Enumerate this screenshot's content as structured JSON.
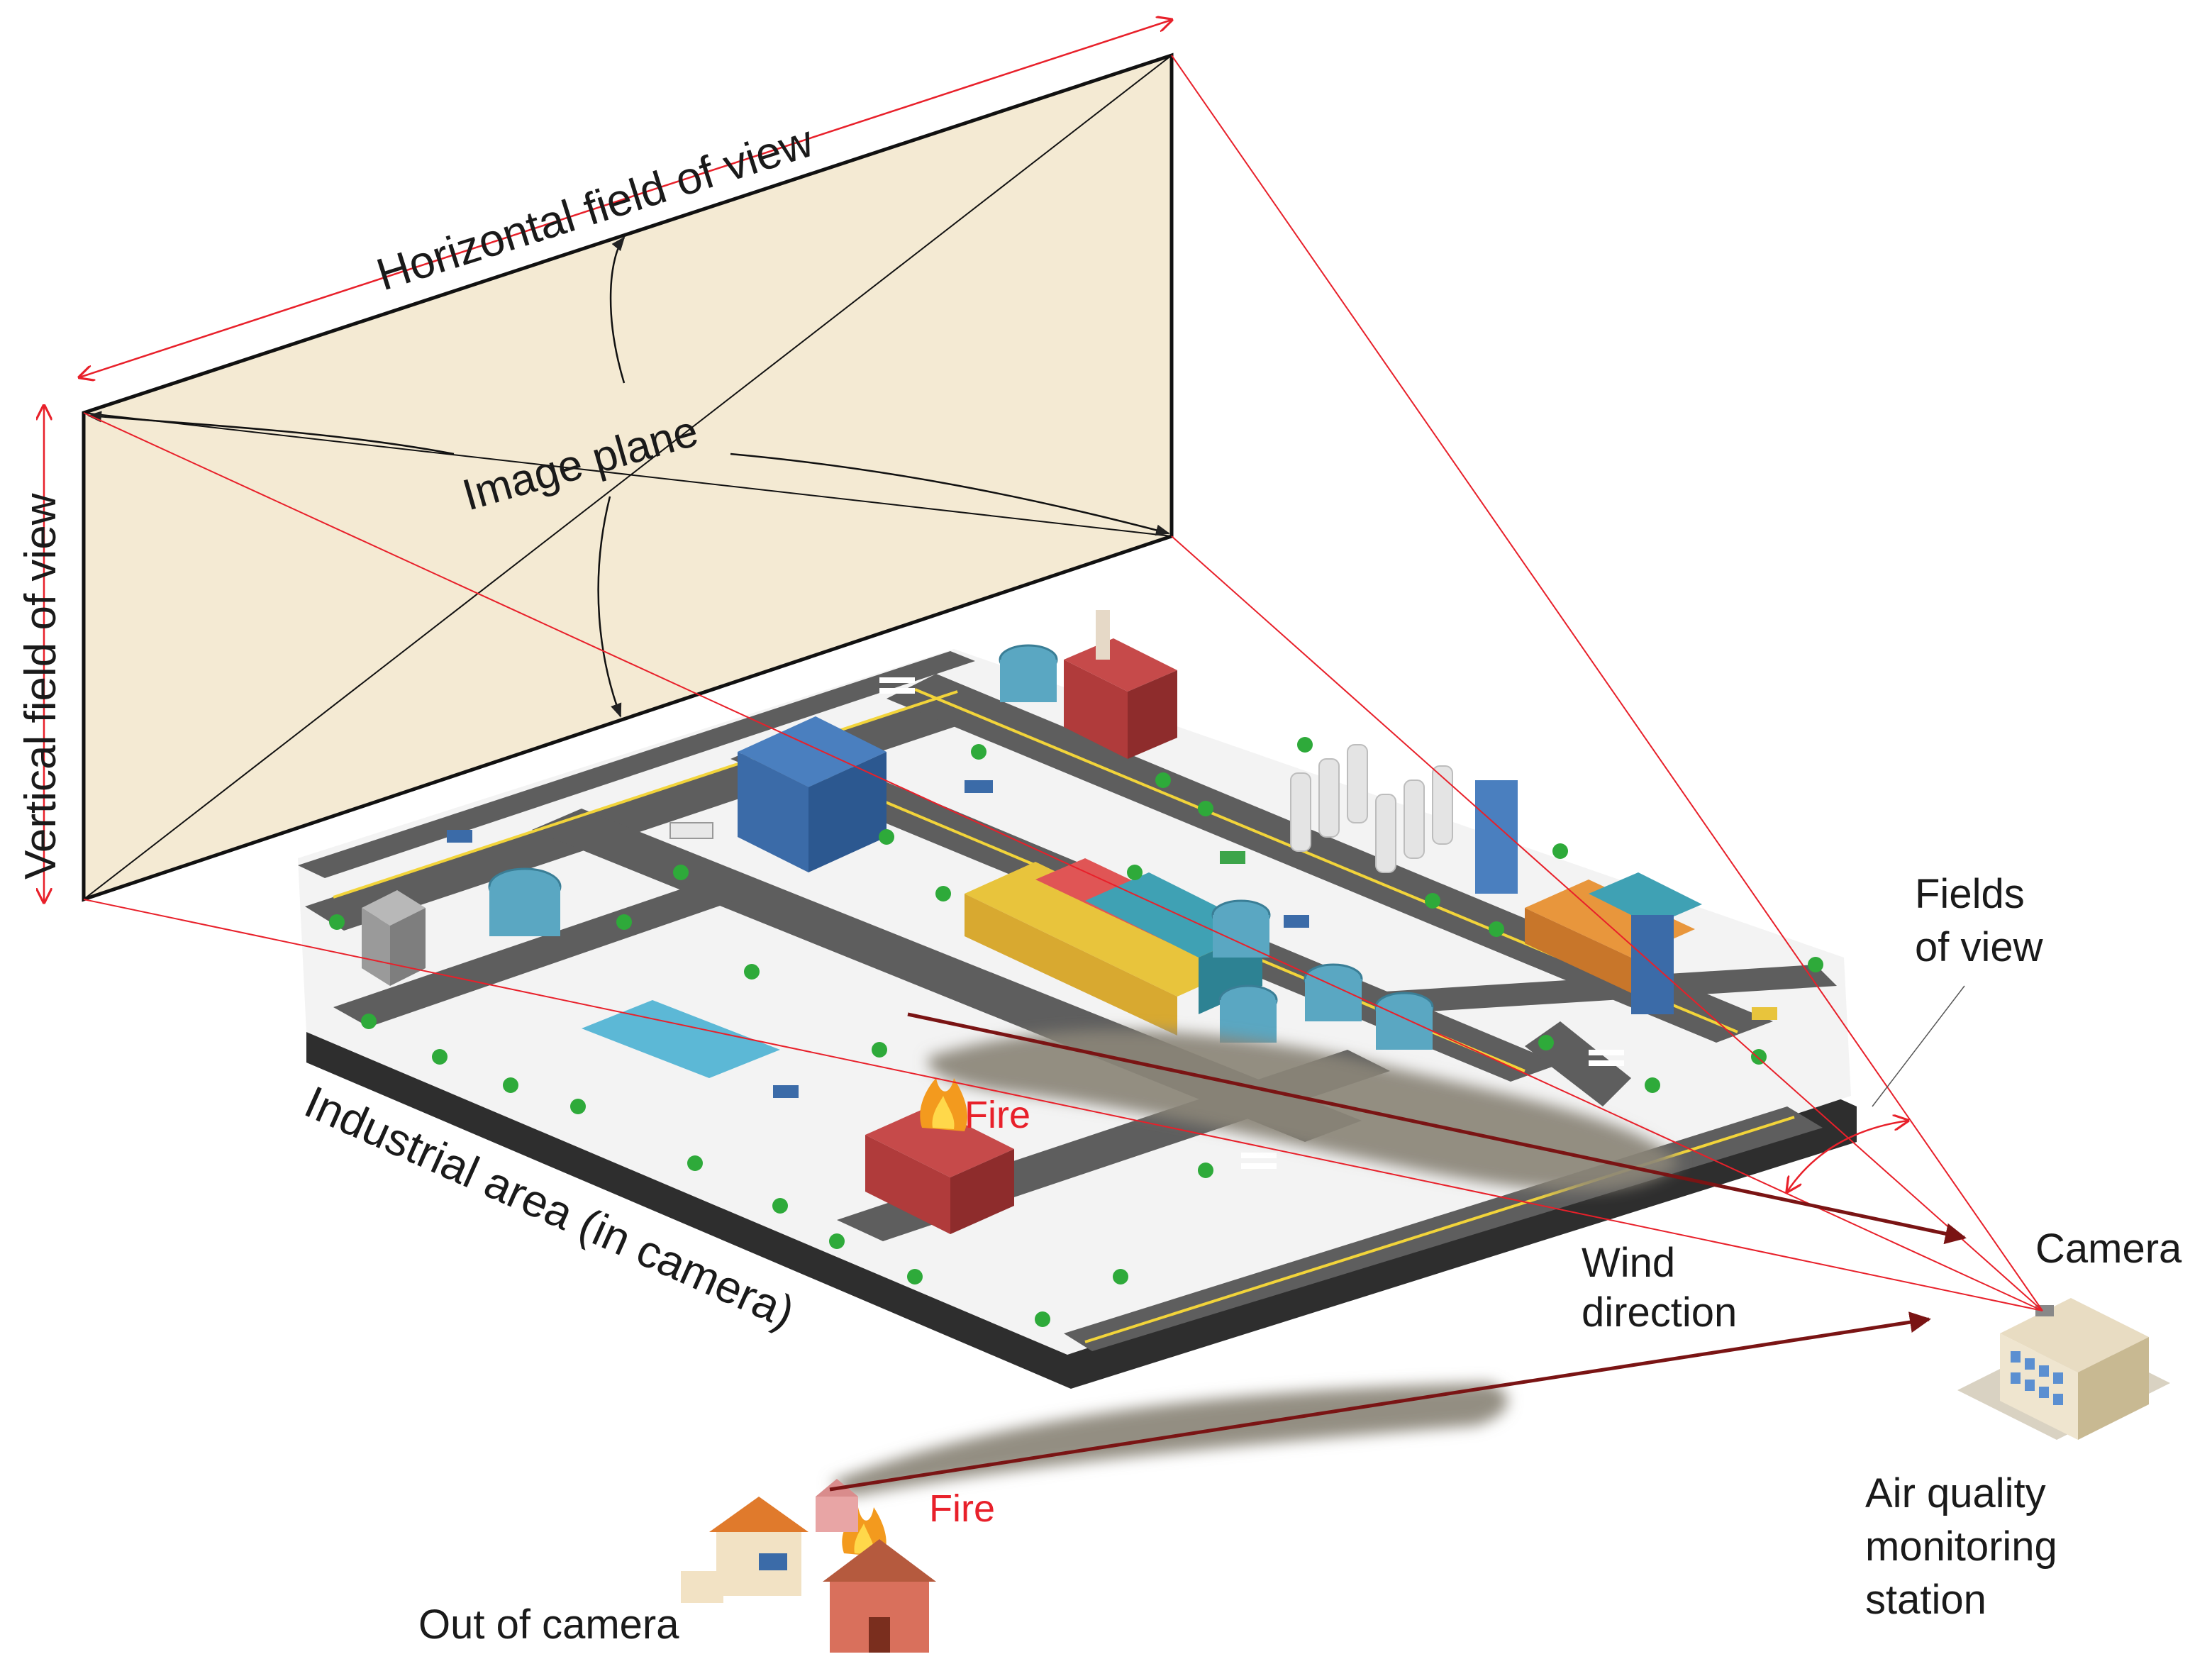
{
  "labels": {
    "horizontal_fov": "Horizontal field of view",
    "vertical_fov": "Vertical field of view",
    "image_plane": "Image plane",
    "fields_of_view_line1": "Fields",
    "fields_of_view_line2": "of view",
    "industrial_area": "Industrial area  (in camera)",
    "fire_industrial": "Fire",
    "fire_houses": "Fire",
    "wind_line1": "Wind",
    "wind_line2": "direction",
    "camera": "Camera",
    "station_line1": "Air quality",
    "station_line2": "monitoring",
    "station_line3": "station",
    "out_of_camera": "Out of camera"
  },
  "colors": {
    "image_plane_fill": "#f4ead3",
    "fov_line": "#e8202a",
    "wind_arrow": "#7a1414",
    "smoke": "#8a8478",
    "fire_label": "#e8202a",
    "road": "#5a5a5a",
    "ground": "#f2f2f2"
  },
  "icons": [
    "factory-building-icon",
    "storage-tank-icon",
    "tree-icon",
    "truck-icon",
    "fire-icon",
    "house-icon",
    "monitoring-station-icon",
    "camera-icon"
  ]
}
